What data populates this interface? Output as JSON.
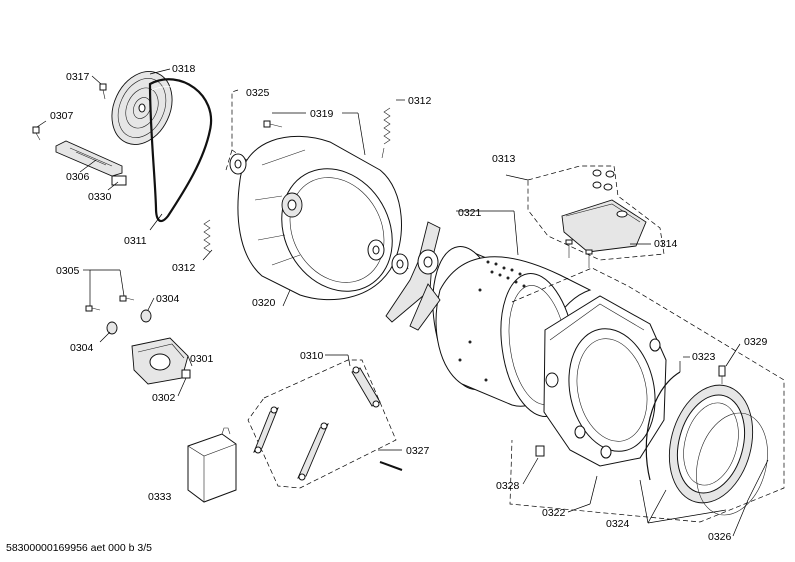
{
  "labels": {
    "l0317": "0317",
    "l0318": "0318",
    "l0307": "0307",
    "l0306": "0306",
    "l0330": "0330",
    "l0311": "0311",
    "l0325": "0325",
    "l0319": "0319",
    "l0312a": "0312",
    "l0312b": "0312",
    "l0313": "0313",
    "l0314": "0314",
    "l0321": "0321",
    "l0320": "0320",
    "l0305": "0305",
    "l0304a": "0304",
    "l0304b": "0304",
    "l0301": "0301",
    "l0302": "0302",
    "l0310": "0310",
    "l0327": "0327",
    "l0333": "0333",
    "l0323": "0323",
    "l0329": "0329",
    "l0328": "0328",
    "l0322": "0322",
    "l0324": "0324",
    "l0326": "0326"
  },
  "footer": "58300000169956 aet 000 b 3/5"
}
